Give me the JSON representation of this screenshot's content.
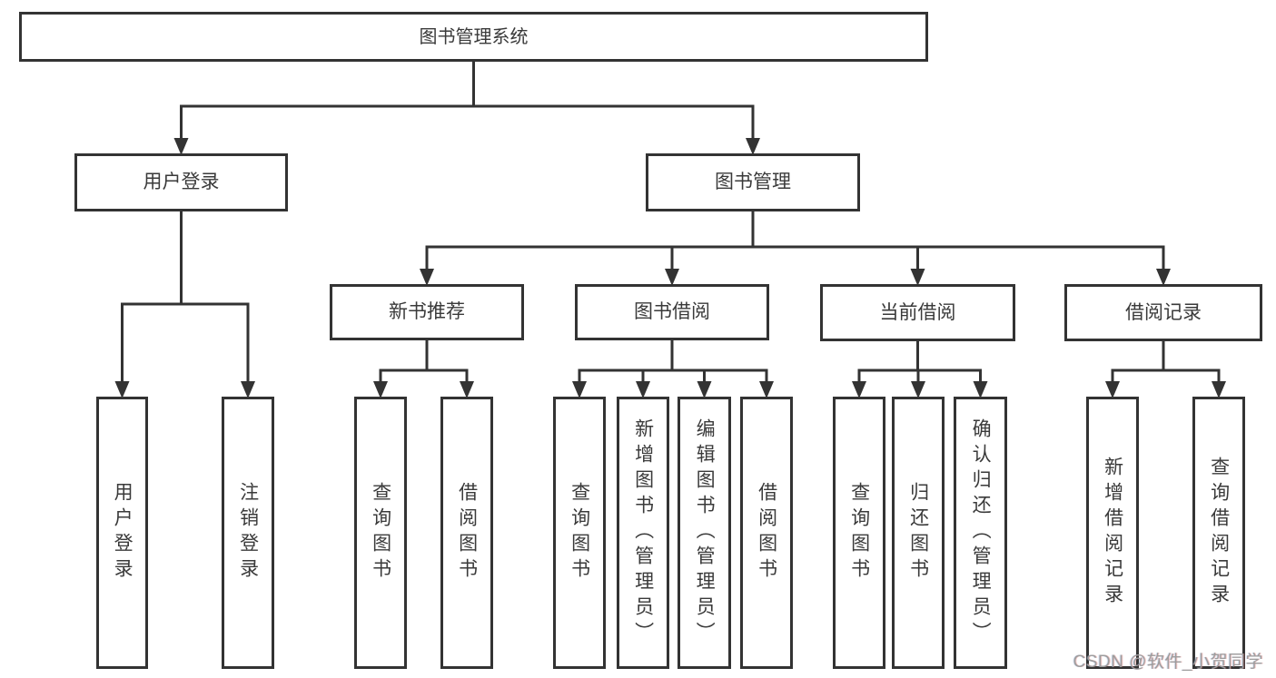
{
  "diagram": {
    "title": "图书管理系统",
    "nodes": [
      {
        "id": "root",
        "label": "图书管理系统",
        "parent": null
      },
      {
        "id": "user-login",
        "label": "用户登录",
        "parent": "root"
      },
      {
        "id": "book-mgmt",
        "label": "图书管理",
        "parent": "root"
      },
      {
        "id": "login",
        "label": "用户登录",
        "parent": "user-login"
      },
      {
        "id": "logout",
        "label": "注销登录",
        "parent": "user-login"
      },
      {
        "id": "new-book-rec",
        "label": "新书推荐",
        "parent": "book-mgmt"
      },
      {
        "id": "book-borrow",
        "label": "图书借阅",
        "parent": "book-mgmt"
      },
      {
        "id": "current-borrow",
        "label": "当前借阅",
        "parent": "book-mgmt"
      },
      {
        "id": "borrow-records",
        "label": "借阅记录",
        "parent": "book-mgmt"
      },
      {
        "id": "query-book-1",
        "label": "查询图书",
        "parent": "new-book-rec"
      },
      {
        "id": "borrow-book-1",
        "label": "借阅图书",
        "parent": "new-book-rec"
      },
      {
        "id": "query-book-2",
        "label": "查询图书",
        "parent": "book-borrow"
      },
      {
        "id": "add-book",
        "label": "新增图书（管理员）",
        "parent": "book-borrow"
      },
      {
        "id": "edit-book",
        "label": "编辑图书（管理员）",
        "parent": "book-borrow"
      },
      {
        "id": "borrow-book-2",
        "label": "借阅图书",
        "parent": "book-borrow"
      },
      {
        "id": "query-book-3",
        "label": "查询图书",
        "parent": "current-borrow"
      },
      {
        "id": "return-book",
        "label": "归还图书",
        "parent": "current-borrow"
      },
      {
        "id": "confirm-return",
        "label": "确认归还（管理员）",
        "parent": "current-borrow"
      },
      {
        "id": "add-borrow-record",
        "label": "新增借阅记录",
        "parent": "borrow-records"
      },
      {
        "id": "query-borrow-record",
        "label": "查询借阅记录",
        "parent": "borrow-records"
      }
    ],
    "colors": {
      "line": "#333333",
      "box_border": "#333333",
      "text": "#3a3a3a",
      "background": "#ffffff",
      "watermark": "#9d9d9d"
    }
  },
  "watermark": {
    "text": "CSDN @软件_小贺同学"
  }
}
